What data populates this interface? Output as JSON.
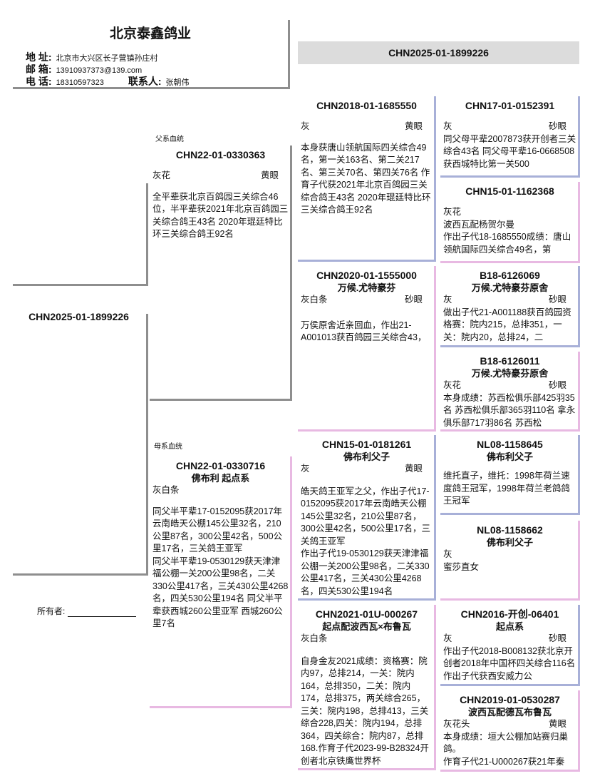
{
  "header": {
    "title": "北京泰鑫鸽业",
    "address_label": "地 址:",
    "address": "北京市大兴区长子营镇孙庄村",
    "email_label": "邮 箱:",
    "email": "13910937373@139.com",
    "phone_label": "电 话:",
    "phone": "18310597323",
    "contact_label": "联系人:",
    "contact": "张朝伟"
  },
  "subject": {
    "ring": "CHN2025-01-1899226"
  },
  "topbar": {
    "ring": "CHN2025-01-1899226"
  },
  "sections": {
    "sire_label": "父系血统",
    "dam_label": "母系血统"
  },
  "owner": {
    "label": "所有者:"
  },
  "colors": {
    "blue": "#a8b0d8",
    "pink": "#e8b9e2",
    "gray": "#8e8e8e"
  },
  "cards": {
    "sire": {
      "ring": "CHN22-01-0330363",
      "strain": "",
      "color": "灰花",
      "eye": "黄眼",
      "notes": "全平辈获北京百鸽园三关综合46位，半平辈获2021年北京百鸽园三关综合鸽王43名 2020年琨廷特比环三关综合鸽王92名"
    },
    "dam": {
      "ring": "CHN22-01-0330716",
      "strain": "佛布利 起点系",
      "color": "灰白条",
      "eye": "",
      "notes": "同父半平辈17-0152095获2017年云南皓天公棚145公里32名，210公里87名，300公里42名，500公里17名，三关鸽王亚军\n同父半平辈19-0530129获天津津福公棚一关200公里98名，二关330公里417名，三关430公里4268名，四关530公里194名 同父半平辈获西城260公里亚军 西城260公里7名"
    },
    "ss": {
      "ring": "CHN2018-01-1685550",
      "strain": "",
      "color": "灰",
      "eye": "黄眼",
      "notes": "本身获唐山领航国际四关综合49名，第一关163名、第二关217名、第三关70名、第四关76名 作育子代获2021年北京百鸽园三关综合鸽王43名 2020年琨廷特比环三关综合鸽王92名"
    },
    "sd": {
      "ring": "CHN2020-01-1555000",
      "strain": "万候.尤特豪芬",
      "color": "灰白条",
      "eye": "砂眼",
      "notes": "万侯原舍近亲回血，作出21-A001013获百鸽园三关综合43，"
    },
    "ds": {
      "ring": "CHN15-01-0181261",
      "strain": "佛布利父子",
      "color": "灰",
      "eye": "黄眼",
      "notes": "皓天鸽王亚军之父，作出子代17-0152095获2017年云南皓天公棚145公里32名，210公里87名，300公里42名，500公里17名，三关鸽王亚军\n作出子代19-0530129获天津津福公棚一关200公里98名，二关330公里417名，三关430公里4268名，四关530公里194名"
    },
    "dd": {
      "ring": "CHN2021-01U-000267",
      "strain": "起点配波西瓦×布鲁瓦",
      "color": "灰白条",
      "eye": "",
      "notes": "自身金友2021成绩：资格赛：院内97，总排214，一关：院内164，总排350，二关：院内174，总排375，两关综合265，三关：院内198，总排413，三关综合228,四关：院内194，总排364，四关综合：院内87，总排168.作育子代2023-99-B28324开创者北京铁鹰世界杯"
    },
    "sss": {
      "ring": "CHN17-01-0152391",
      "strain": "",
      "color": "灰",
      "eye": "砂眼",
      "notes": "同父母平辈2007873获开创者三关综合43名 同父母平辈16-0668508获西城特比第一关500"
    },
    "ssd": {
      "ring": "CHN15-01-1162368",
      "strain": "",
      "color": "灰花",
      "eye": "",
      "notes": "波西瓦配杨贺尔曼\n作出子代18-1685550成绩：唐山领航国际四关综合49名，第"
    },
    "sds": {
      "ring": "B18-6126069",
      "strain": "万候.尤特豪芬原舍",
      "color": "灰",
      "eye": "砂眼",
      "notes": "做出子代21-A001188获百鸽园资格赛：院内215，总排351，一关：院内20，总排24，二"
    },
    "sdd": {
      "ring": "B18-6126011",
      "strain": "万候.尤特豪芬原舍",
      "color": "灰花",
      "eye": "砂眼",
      "notes": "本身成绩：苏西松俱乐部425羽35名 苏西松俱乐部365羽110名 拿永俱乐部717羽86名 苏西松"
    },
    "dss": {
      "ring": "NL08-1158645",
      "strain": "佛布利父子",
      "color": "",
      "eye": "",
      "notes": "维托直子，维托：1998年荷兰速度鸽王冠军，1998年荷兰老鸽鸽王冠军"
    },
    "dsd": {
      "ring": "NL08-1158662",
      "strain": "佛布利父子",
      "color": "灰",
      "eye": "",
      "notes": "蜜莎直女"
    },
    "dds": {
      "ring": "CHN2016-开创-06401",
      "strain": "起点系",
      "color": "灰",
      "eye": "砂眼",
      "notes": "作出子代2018-B008132获北京开创者2018年中国杯四关综合116名 作出子代获西安威力公"
    },
    "ddd": {
      "ring": "CHN2019-01-0530287",
      "strain": "波西瓦配德瓦布鲁瓦",
      "color": "灰花头",
      "eye": "黄眼",
      "notes": "本身成绩：垣大公棚加站赛归巢鸽。\n作育子代21-U000267获21年秦"
    }
  }
}
